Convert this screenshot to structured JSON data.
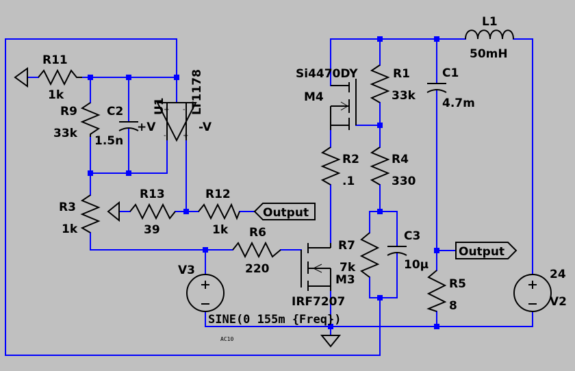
{
  "components": {
    "r11": {
      "ref": "R11",
      "value": "1k"
    },
    "r9": {
      "ref": "R9",
      "value": "33k"
    },
    "c2": {
      "ref": "C2",
      "value": "1.5n"
    },
    "u1": {
      "ref": "U1",
      "model": "LT1178",
      "vplus": "+V",
      "vminus": "-V"
    },
    "r3": {
      "ref": "R3",
      "value": "1k"
    },
    "r13": {
      "ref": "R13",
      "value": "39"
    },
    "r12": {
      "ref": "R12",
      "value": "1k"
    },
    "r6": {
      "ref": "R6",
      "value": "220"
    },
    "v3": {
      "ref": "V3"
    },
    "m4": {
      "ref": "M4",
      "model": "Si4470DY"
    },
    "r1": {
      "ref": "R1",
      "value": "33k"
    },
    "r2": {
      "ref": "R2",
      "value": ".1"
    },
    "r4": {
      "ref": "R4",
      "value": "330"
    },
    "r7": {
      "ref": "R7",
      "value": "7k"
    },
    "c3": {
      "ref": "C3",
      "value": "10μ"
    },
    "m3": {
      "ref": "M3",
      "model": "IRF7207"
    },
    "c1": {
      "ref": "C1",
      "value": "4.7m"
    },
    "l1": {
      "ref": "L1",
      "value": "50mH"
    },
    "r5": {
      "ref": "R5",
      "value": "8"
    },
    "v2": {
      "ref": "V2",
      "value": "24"
    }
  },
  "net_labels": {
    "output_left": "Output",
    "output_right": "Output"
  },
  "directives": {
    "sine": "SINE(0 155m {Freq})",
    "ac": "AC10"
  },
  "colors": {
    "background": "#c0c0c0",
    "wire": "#0000ff",
    "junction": "#0000ff",
    "symbol": "#000000"
  }
}
